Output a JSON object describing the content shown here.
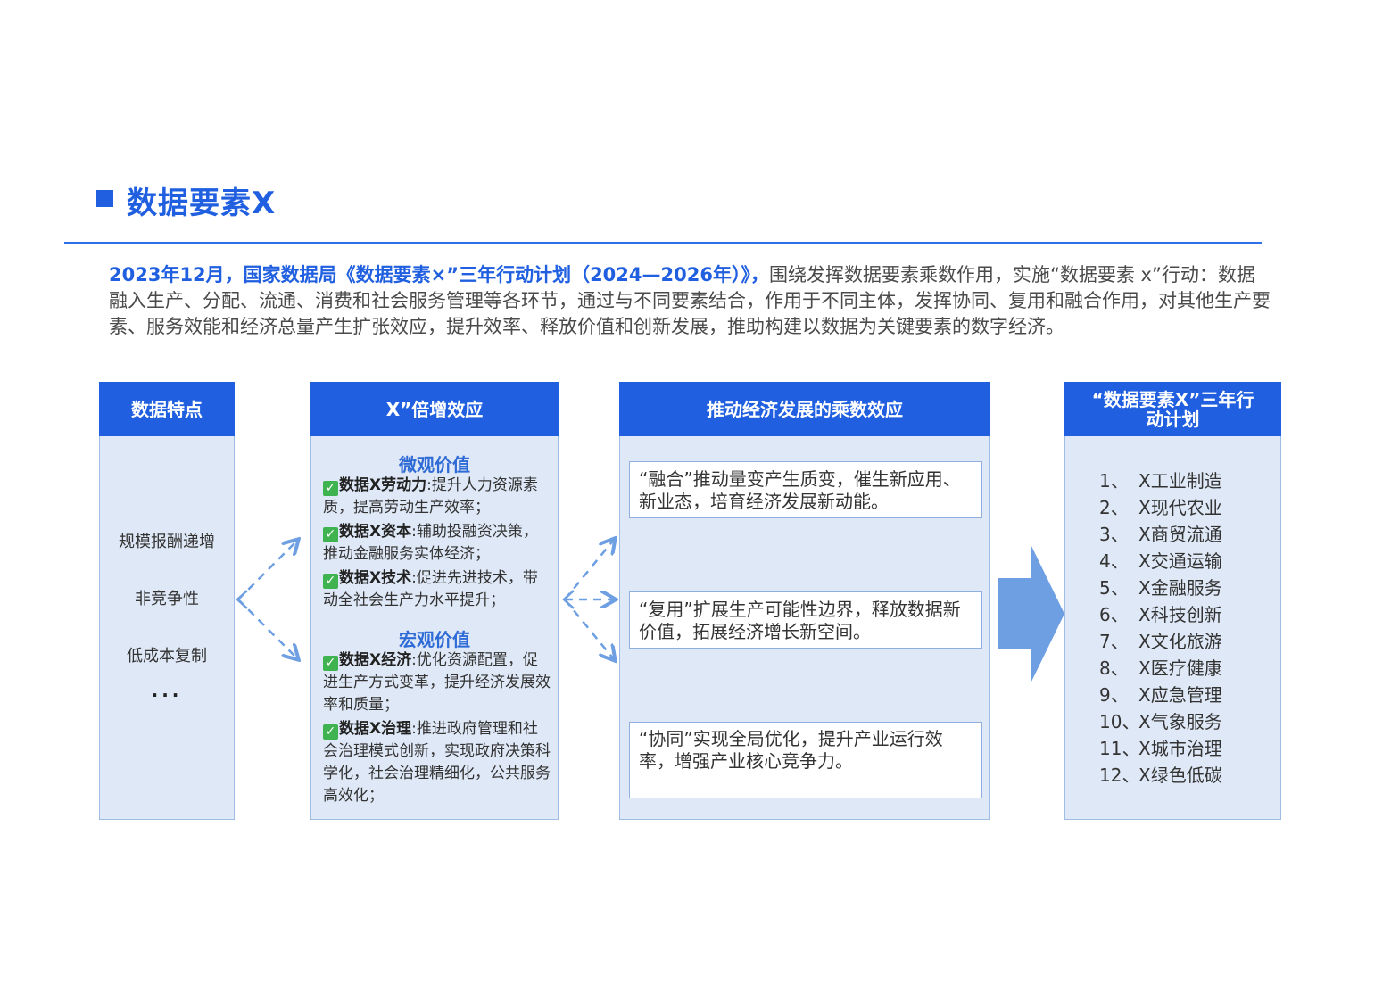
{
  "title": "数据要素X",
  "intro": {
    "highlight": "2023年12月，国家数据局《数据要素×”三年行动计划（2024—2026年）》，",
    "body": "围绕发挥数据要素乘数作用，实施“数据要素 x”行动：数据融入生产、分配、流通、消费和社会服务管理等各环节，通过与不同要素结合，作用于不同主体，发挥协同、复用和融合作用，对其他生产要素、服务效能和经济总量产生扩张效应，提升效率、释放价值和创新发展，推助构建以数据为关键要素的数字经济。"
  },
  "col1": {
    "header": "数据特点",
    "items": [
      "规模报酬递增",
      "非竞争性",
      "低成本复制",
      "···"
    ]
  },
  "col2": {
    "header": "X”倍增效应",
    "micro_title": "微观价值",
    "micro": [
      {
        "label": "数据X劳动力",
        "text": ":提升人力资源素质，提高劳动生产效率；"
      },
      {
        "label": "数据X资本",
        "text": ":辅助投融资决策，推动金融服务实体经济；"
      },
      {
        "label": "数据X技术",
        "text": ":促进先进技术，带动全社会生产力水平提升；"
      }
    ],
    "macro_title": "宏观价值",
    "macro": [
      {
        "label": "数据X经济",
        "text": ":优化资源配置，促进生产方式变革，提升经济发展效率和质量；"
      },
      {
        "label": "数据X治理",
        "text": ":推进政府管理和社会治理模式创新，实现政府决策科学化，社会治理精细化，公共服务高效化；"
      }
    ],
    "check_glyph": "✓"
  },
  "col3": {
    "header": "推动经济发展的乘数效应",
    "boxes": [
      "“融合”推动量变产生质变，催生新应用、新业态，培育经济发展新动能。",
      "“复用”扩展生产可能性边界，释放数据新价值，拓展经济增长新空间。",
      "“协同”实现全局优化，提升产业运行效率，增强产业核心竞争力。"
    ]
  },
  "col4": {
    "header": "“数据要素X”三年行动计划",
    "items": [
      {
        "num": "1、",
        "text": "X工业制造"
      },
      {
        "num": "2、",
        "text": "X现代农业"
      },
      {
        "num": "3、",
        "text": "X商贸流通"
      },
      {
        "num": "4、",
        "text": "X交通运输"
      },
      {
        "num": "5、",
        "text": "X金融服务"
      },
      {
        "num": "6、",
        "text": "X科技创新"
      },
      {
        "num": "7、",
        "text": "X文化旅游"
      },
      {
        "num": "8、",
        "text": "X医疗健康"
      },
      {
        "num": "9、",
        "text": "X应急管理"
      },
      {
        "num": "10、",
        "text": "X气象服务"
      },
      {
        "num": "11、",
        "text": "X城市治理"
      },
      {
        "num": "12、",
        "text": "X绿色低碳"
      }
    ]
  },
  "colors": {
    "accent": "#1f5fe0",
    "panel": "#dfe8f6",
    "arrow": "#6e9fe2",
    "check": "#3fb34f"
  }
}
